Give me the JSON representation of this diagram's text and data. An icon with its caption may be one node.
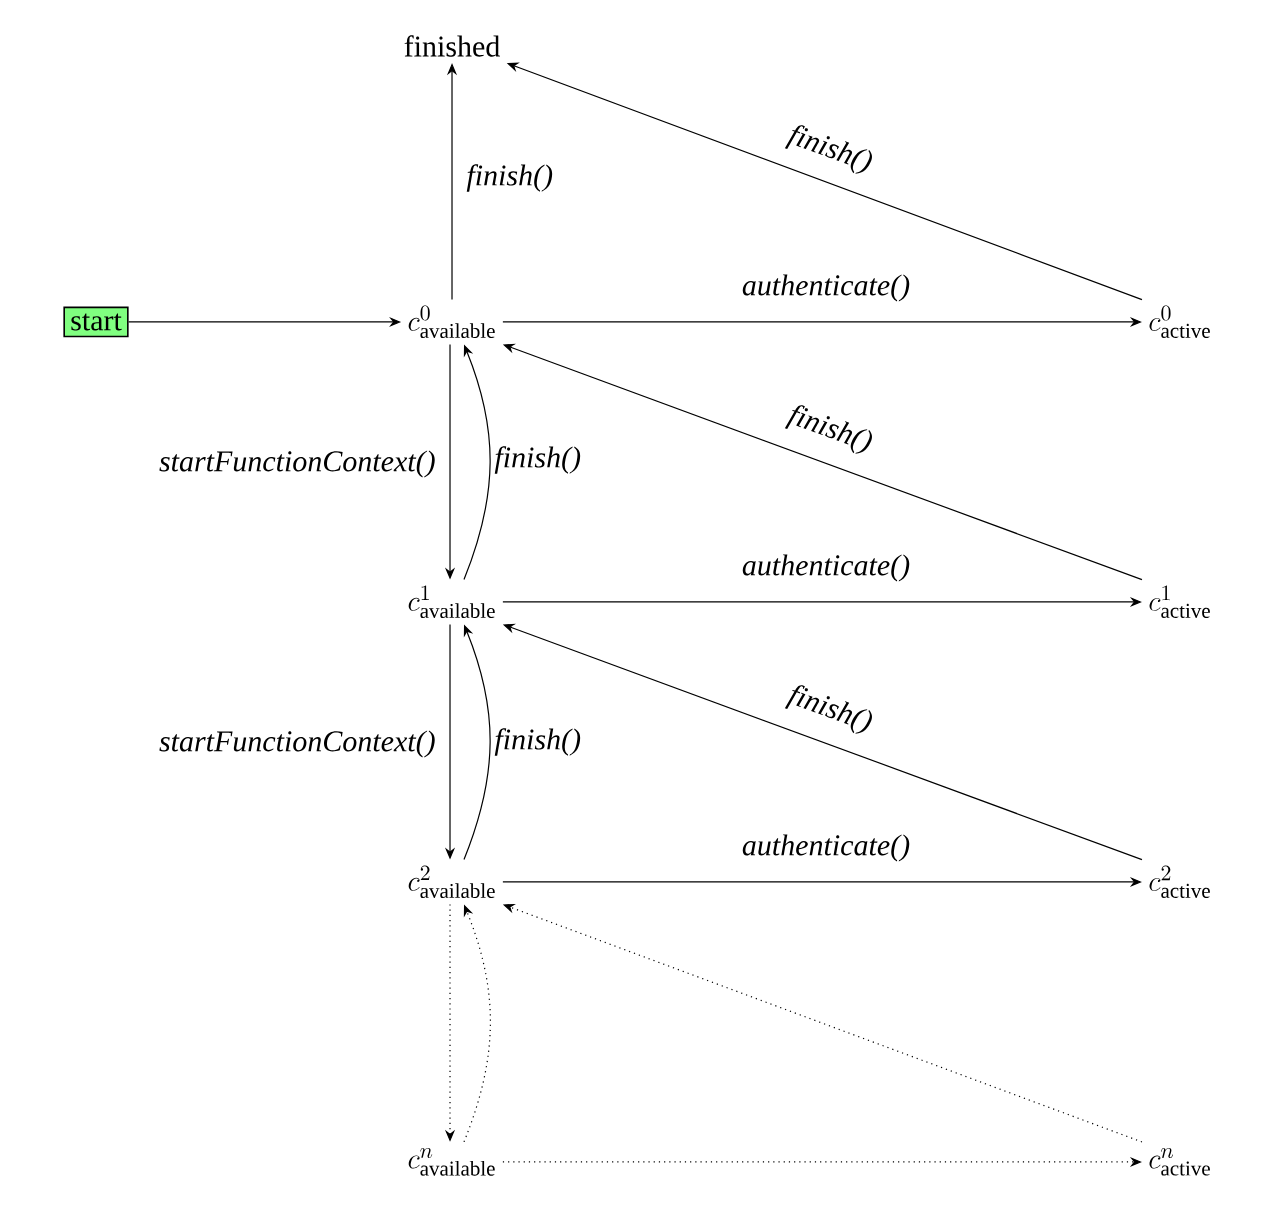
{
  "diagram": {
    "nodes": [
      {
        "text": [
          "start"
        ]
      },
      {
        "text": [
          "finished"
        ]
      },
      {
        "text": [
          "c^0_{\\mathrm{available}}"
        ]
      },
      {
        "text": [
          "c^0_{\\mathrm{active}}"
        ]
      },
      {
        "text": [
          "c^1_{\\mathrm{available}}"
        ]
      },
      {
        "text": [
          "c^1_{\\mathrm{active}}"
        ]
      },
      {
        "text": [
          "c^2_{\\mathrm{available}}"
        ]
      },
      {
        "text": [
          "c^2_{\\mathrm{active}}"
        ]
      },
      {
        "text": [
          "c^n_{\\mathrm{available}}"
        ]
      },
      {
        "text": [
          "c^n_{\\mathrm{active}}"
        ]
      }
    ],
    "edges": [
      {
        "from": 0,
        "to": 2,
        "arrow": "to"
      },
      {
        "from": 2,
        "to": 1,
        "arrow": "to",
        "label": "finish()"
      },
      {
        "from": 3,
        "to": 1,
        "arrow": "to",
        "label": "finish()"
      },
      {
        "from": 2,
        "to": 3,
        "arrow": "to",
        "label": "authenticate()"
      },
      {
        "from": 2,
        "to": 4,
        "arrow": "to",
        "label": "startFunctionContext()"
      },
      {
        "from": 4,
        "to": 2,
        "arrow": "to",
        "label": "finish()"
      },
      {
        "from": 5,
        "to": 2,
        "arrow": "to",
        "label": "finish()"
      },
      {
        "from": 4,
        "to": 5,
        "arrow": "to",
        "label": "authenticate()"
      },
      {
        "from": 4,
        "to": 6,
        "arrow": "to",
        "label": "startFunctionContext()"
      },
      {
        "from": 6,
        "to": 4,
        "arrow": "to",
        "label": "finish()"
      },
      {
        "from": 7,
        "to": 4,
        "arrow": "to",
        "label": "finish()"
      },
      {
        "from": 6,
        "to": 7,
        "arrow": "to",
        "label": "authenticate()"
      },
      {
        "from": 6,
        "to": 8,
        "arrow": "to",
        "style": "dashed"
      },
      {
        "from": 8,
        "to": 6,
        "arrow": "to",
        "style": "dashed"
      },
      {
        "from": 9,
        "to": 6,
        "arrow": "to",
        "style": "dashed"
      },
      {
        "from": 8,
        "to": 9,
        "arrow": "to",
        "style": "dashed"
      }
    ]
  }
}
